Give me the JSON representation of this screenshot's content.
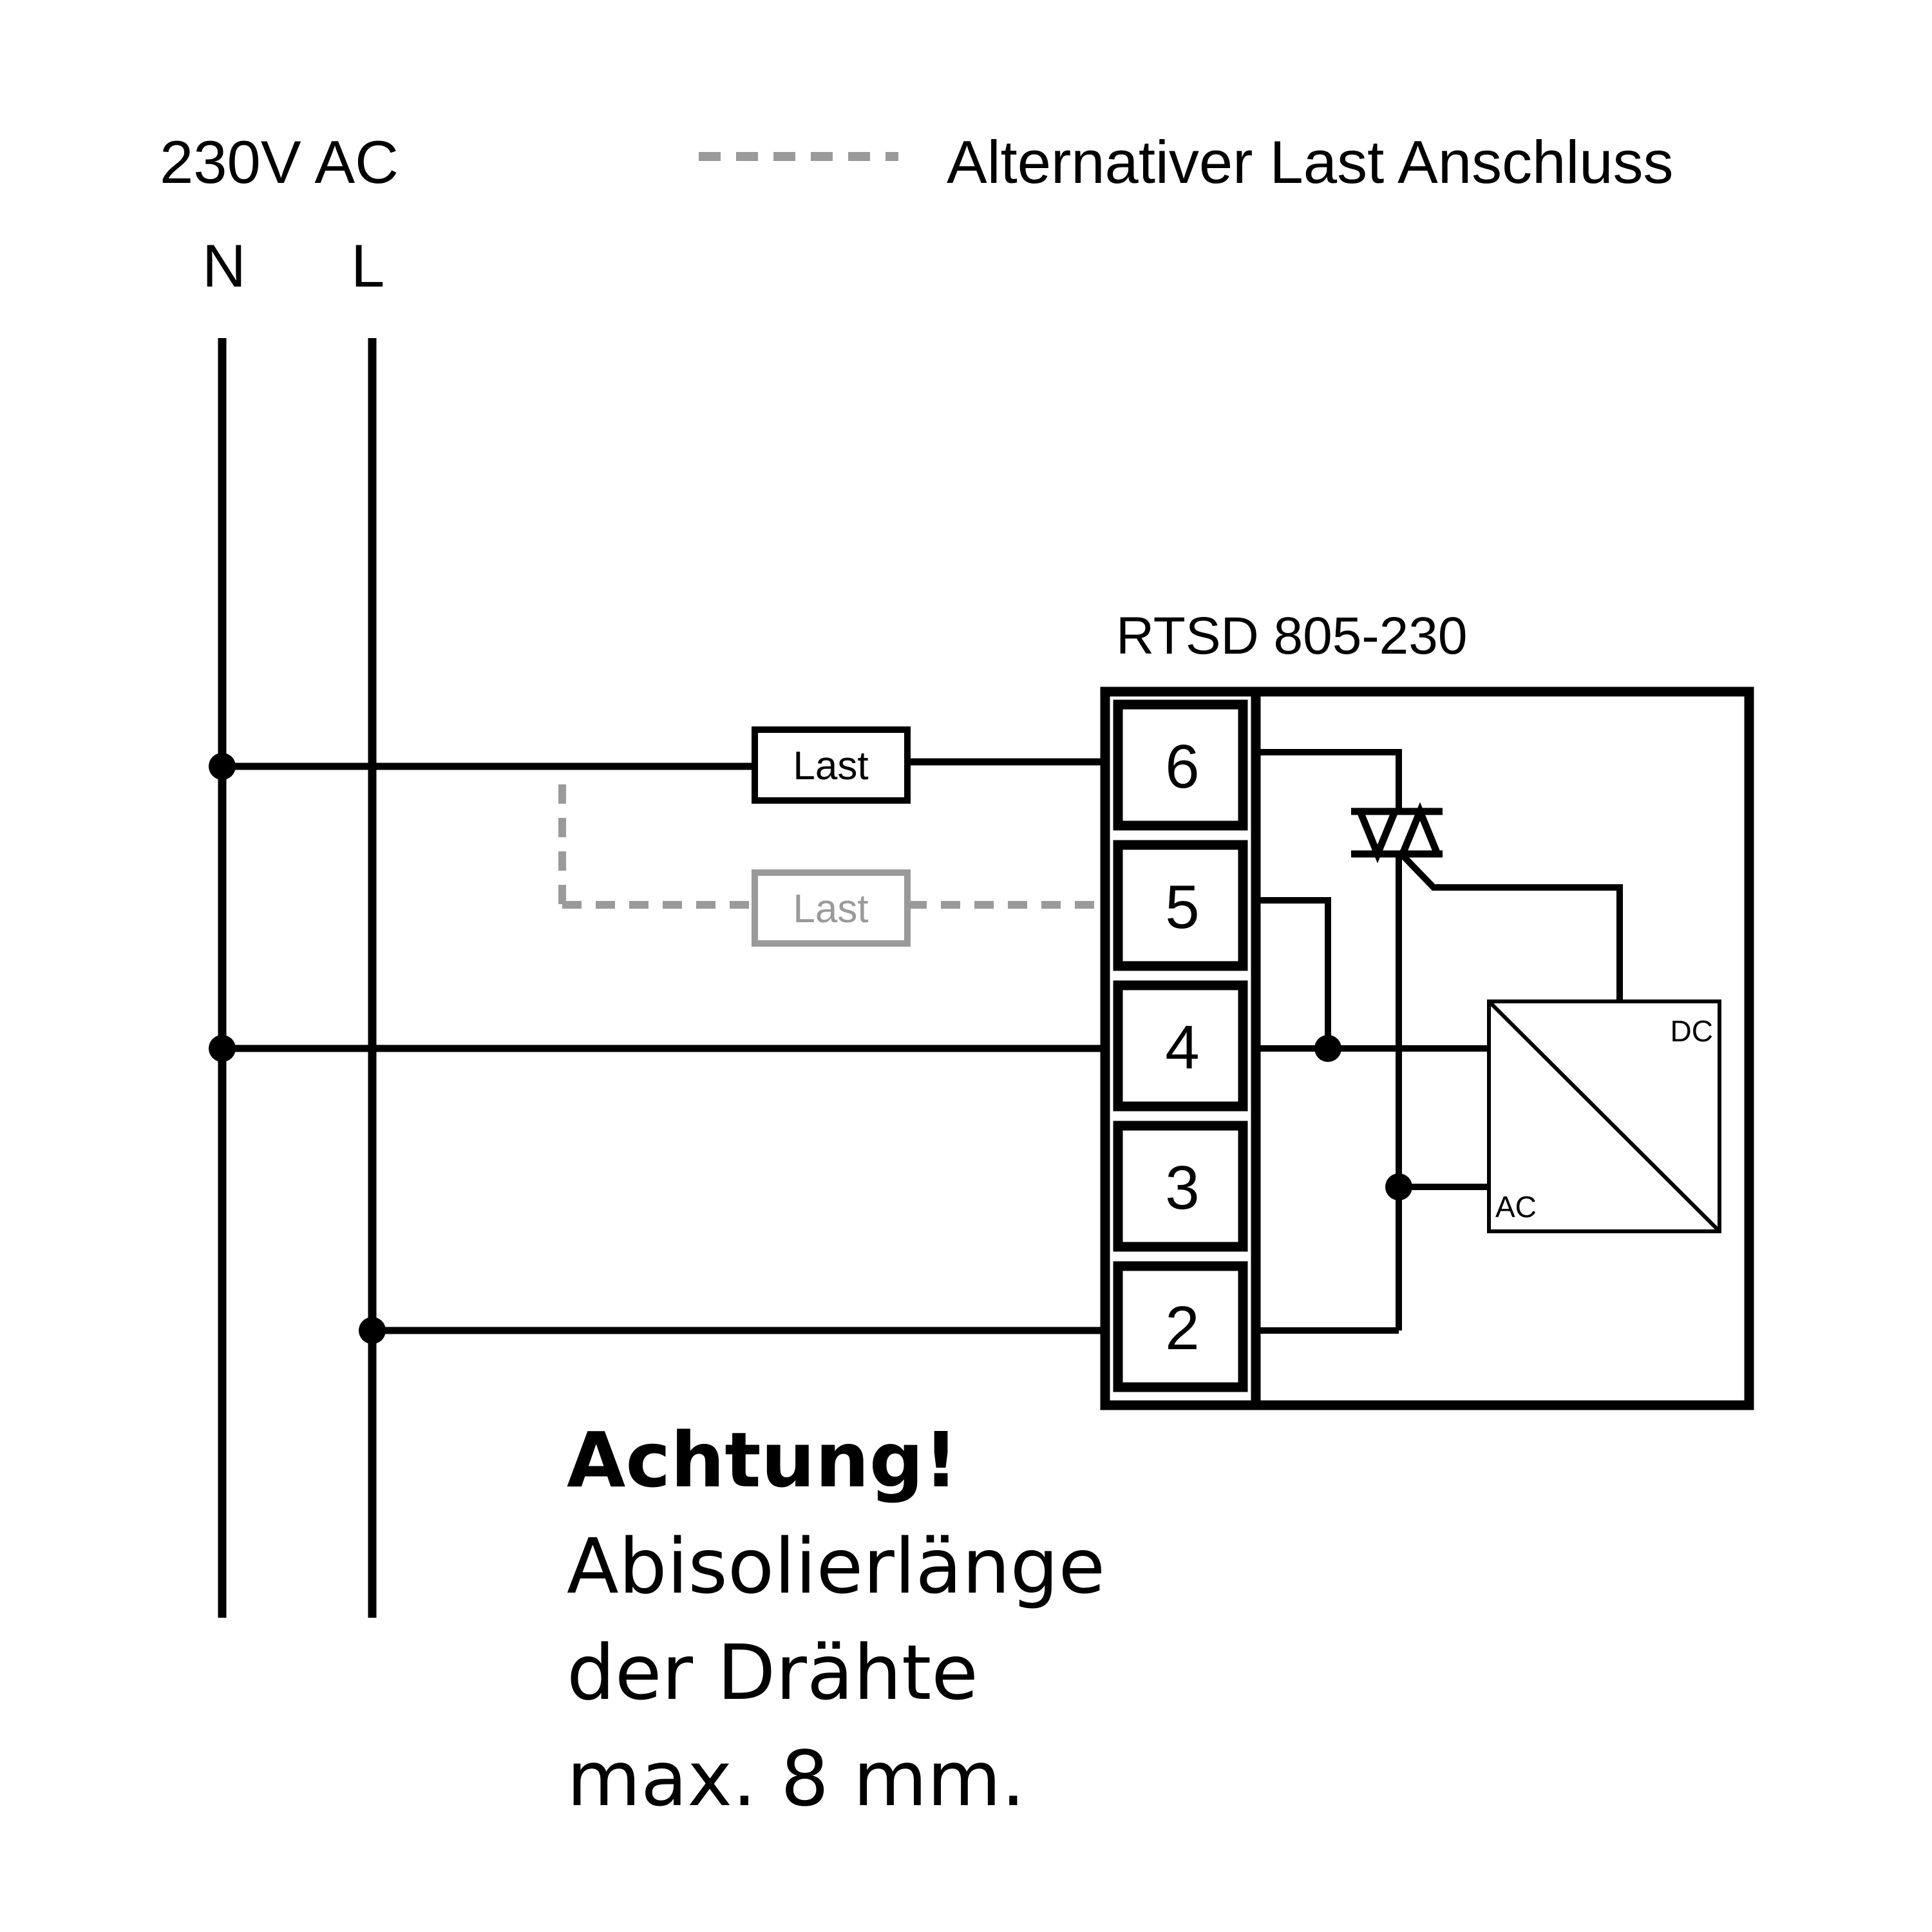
{
  "supply": {
    "voltage": "230V AC",
    "neutral": "N",
    "line": "L"
  },
  "legend": {
    "alternative_label": "Alternativer Last Anschluss"
  },
  "device": {
    "name": "RTSD 805-230",
    "terminals": [
      "6",
      "5",
      "4",
      "3",
      "2"
    ],
    "converter": {
      "dc_label": "DC",
      "ac_label": "AC"
    }
  },
  "load": {
    "label": "Last",
    "alt_label": "Last"
  },
  "warning": {
    "title": "Achtung!",
    "lines": [
      "Abisolierlänge",
      "der Drähte",
      "max. 8 mm."
    ]
  },
  "colors": {
    "wire": "#000000",
    "alternative": "#9a9a9a",
    "background": "#ffffff"
  }
}
